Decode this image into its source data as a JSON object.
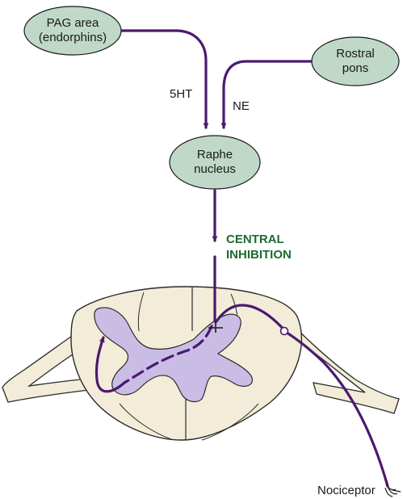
{
  "colors": {
    "pathway": "#4a1a6e",
    "node_fill": "#bfd8c8",
    "node_stroke": "#1a1a1a",
    "cord_fill": "#f3ecd9",
    "gray_matter": "#c9bde6",
    "central_text": "#1d6a2f"
  },
  "nodes": {
    "pag": {
      "line1": "PAG area",
      "line2": "(endorphins)"
    },
    "rostral": {
      "line1": "Rostral",
      "line2": "pons"
    },
    "raphe": {
      "line1": "Raphe",
      "line2": "nucleus"
    }
  },
  "labels": {
    "serotonin": "5HT",
    "norepinephrine": "NE",
    "central_line1": "CENTRAL",
    "central_line2": "INHIBITION",
    "nociceptor": "Nociceptor"
  }
}
